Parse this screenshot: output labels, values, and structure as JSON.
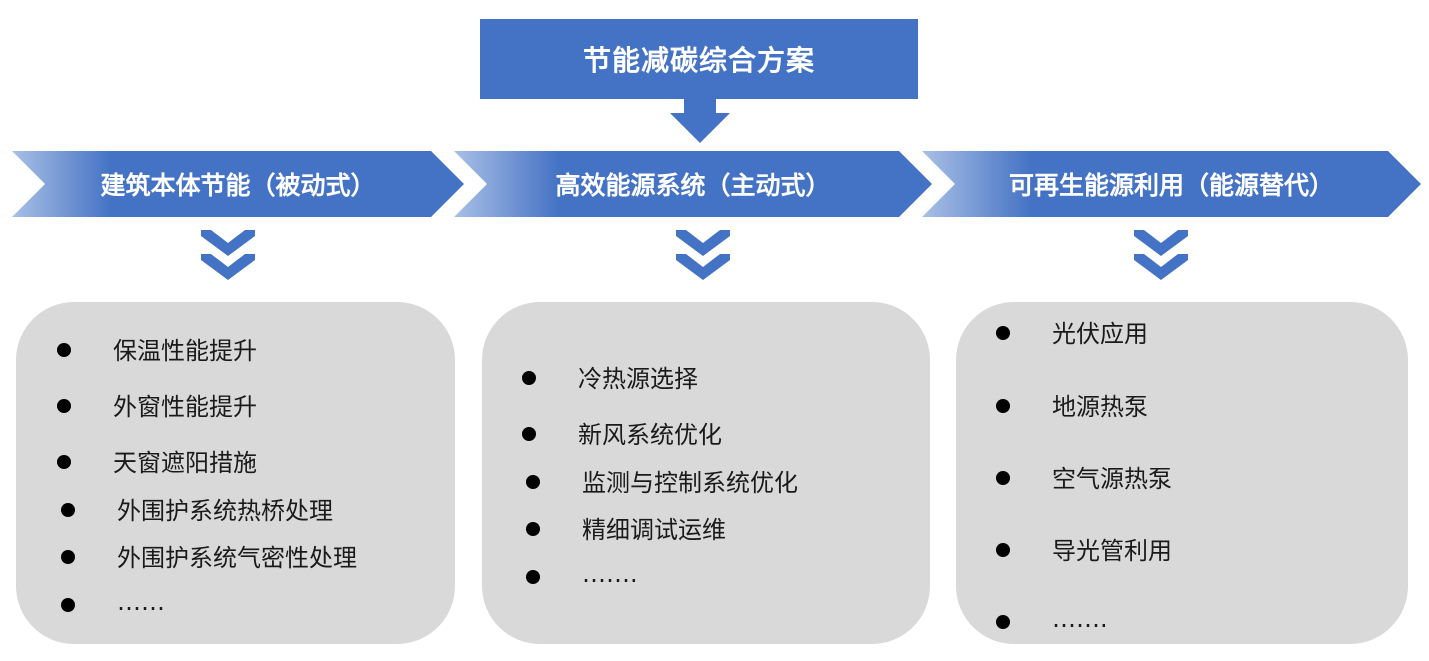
{
  "title": "节能减碳综合方案",
  "colors": {
    "primary": "#4472c4",
    "gradient_start": "#a9c0e6",
    "card_background": "#d9d9d9",
    "bullet": "#000000"
  },
  "icons": {
    "connector": "triangle-down-icon",
    "expand": "double-chevron-down-icon",
    "bullet": "bullet-dot-icon"
  },
  "columns": [
    {
      "label": "建筑本体节能（被动式）",
      "items": [
        "保温性能提升",
        "外窗性能提升",
        "天窗遮阳措施",
        "外围护系统热桥处理",
        "外围护系统气密性处理",
        "……"
      ]
    },
    {
      "label": "高效能源系统（主动式）",
      "items": [
        "冷热源选择",
        "新风系统优化",
        "监测与控制系统优化",
        "精细调试运维",
        "……."
      ]
    },
    {
      "label": "可再生能源利用（能源替代）",
      "items": [
        "光伏应用",
        "地源热泵",
        "空气源热泵",
        "导光管利用",
        "……."
      ]
    }
  ]
}
